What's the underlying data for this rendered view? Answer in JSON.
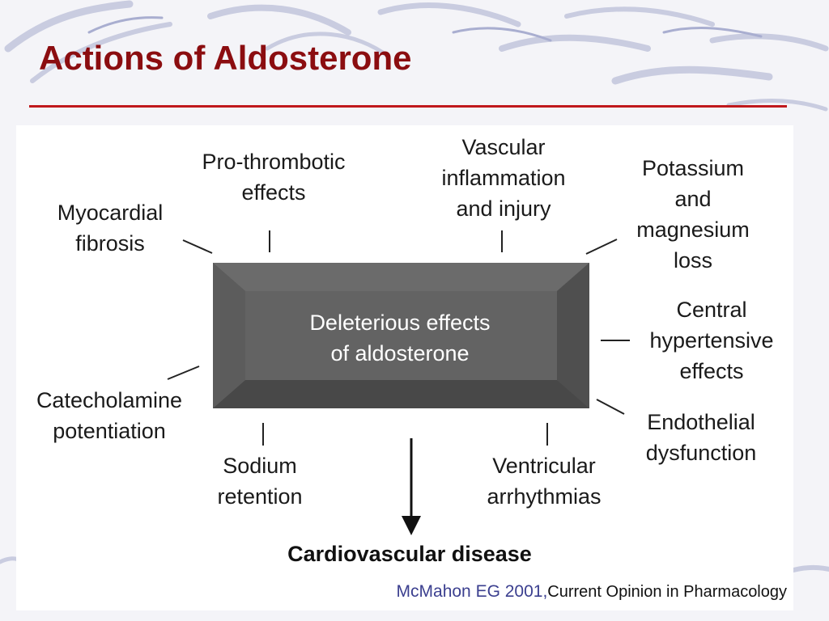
{
  "slide": {
    "title": "Actions of Aldosterone"
  },
  "diagram": {
    "center": "Deleterious effects\nof aldosterone",
    "labels": {
      "myocardial_fibrosis": "Myocardial\nfibrosis",
      "pro_thrombotic": "Pro-thrombotic\neffects",
      "vascular_inflammation": "Vascular\ninflammation\nand injury",
      "potassium_magnesium": "Potassium\nand\nmagnesium\nloss",
      "central_hypertensive": "Central\nhypertensive\neffects",
      "endothelial_dysfunction": "Endothelial\ndysfunction",
      "ventricular_arrhythmias": "Ventricular\narrhythmias",
      "sodium_retention": "Sodium\nretention",
      "catecholamine_potentiation": "Catecholamine\npotentiation"
    },
    "outcome": "Cardiovascular disease"
  },
  "citation": {
    "author": "McMahon EG 2001,",
    "journal": "Current Opinion in Pharmacology"
  },
  "colors": {
    "title": "#8b0d10",
    "rule": "#c0181c",
    "box_outer": "#555555",
    "box_inner": "#636363"
  }
}
